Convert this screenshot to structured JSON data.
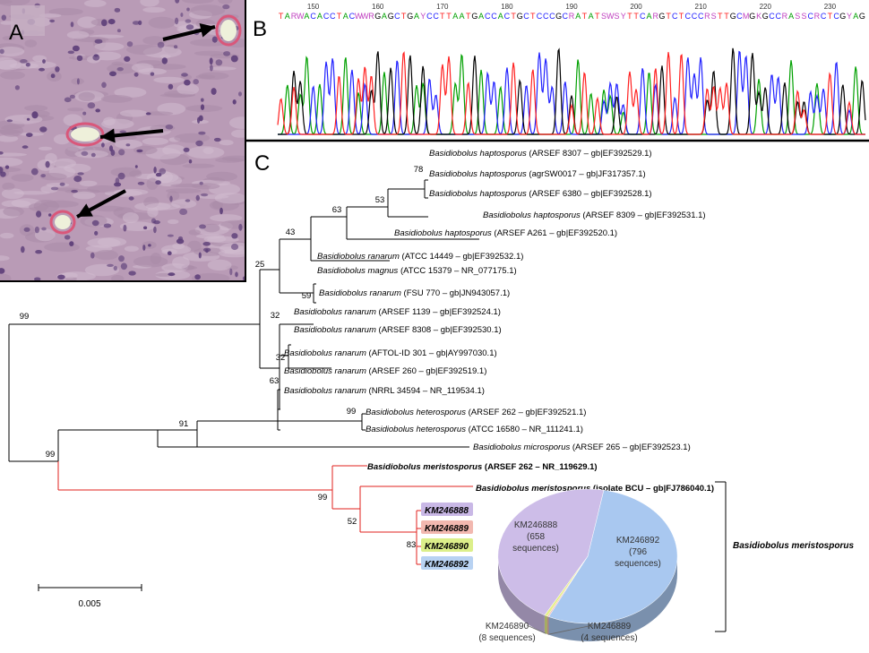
{
  "panels": {
    "a": "A",
    "b": "B",
    "c": "C"
  },
  "sequence": {
    "bases": "TARWACACCTACWWRGAGCTGAYCCTTAATGACCACTGCTCCCGCRATATSWSYTTCARGTCTCCCRSTTGCMGKGCCRASSCRCTCGYAG",
    "positions": [
      "150",
      "160",
      "170",
      "180",
      "190",
      "200",
      "210",
      "220",
      "230"
    ],
    "colors": {
      "A": "#00a000",
      "C": "#2020ff",
      "G": "#000000",
      "T": "#ff2020",
      "other": "#c040c0"
    }
  },
  "tree": {
    "leaves": [
      {
        "italic": "Basidiobolus haptosporus",
        "rest": " (ARSEF 8307 – gb|EF392529.1)"
      },
      {
        "italic": "Basidiobolus haptosporus",
        "rest": " (agrSW0017 – gb|JF317357.1)"
      },
      {
        "italic": "Basidiobolus haptosporus",
        "rest": " (ARSEF 6380 – gb|EF392528.1)"
      },
      {
        "italic": "Basidiobolus haptosporus",
        "rest": " (ARSEF 8309 – gb|EF392531.1)"
      },
      {
        "italic": "Basidiobolus haptosporus",
        "rest": " (ARSEF A261 – gb|EF392520.1)"
      },
      {
        "italic": "Basidiobolus ranarum",
        "rest": " (ATCC 14449 – gb|EF392532.1)"
      },
      {
        "italic": "Basidiobolus magnus",
        "rest": " (ATCC 15379 – NR_077175.1)"
      },
      {
        "italic": "Basidiobolus ranarum",
        "rest": " (FSU 770 – gb|JN943057.1)"
      },
      {
        "italic": "Basidiobolus ranarum",
        "rest": " (ARSEF 1139 – gb|EF392524.1)"
      },
      {
        "italic": "Basidiobolus ranarum",
        "rest": " (ARSEF 8308 – gb|EF392530.1)"
      },
      {
        "italic": "Basidiobolus ranarum",
        "rest": " (AFTOL-ID 301 – gb|AY997030.1)"
      },
      {
        "italic": "Basidiobolus ranarum",
        "rest": " (ARSEF 260 – gb|EF392519.1)"
      },
      {
        "italic": "Basidiobolus ranarum",
        "rest": " (NRRL 34594 – NR_119534.1)"
      },
      {
        "italic": "Basidiobolus heterosporus",
        "rest": " (ARSEF 262 – gb|EF392521.1)"
      },
      {
        "italic": "Basidiobolus heterosporus",
        "rest": " (ATCC 16580 – NR_111241.1)"
      },
      {
        "italic": "Basidiobolus microsporus",
        "rest": " (ARSEF 265 – gb|EF392523.1)"
      },
      {
        "italic": "Basidiobolus meristosporus",
        "rest": " (ARSEF 262 – NR_119629.1)"
      },
      {
        "italic": "Basidiobolus meristosporus",
        "rest": " (isolate BCU – gb|FJ786040.1)"
      }
    ],
    "isolates": [
      "KM246888",
      "KM246889",
      "KM246890",
      "KM246892"
    ],
    "isolate_colors": [
      "#c9b8e6",
      "#f2b8b0",
      "#dcef8a",
      "#b8d2f2"
    ],
    "bootstrap": [
      "78",
      "53",
      "63",
      "43",
      "25",
      "59",
      "99",
      "32",
      "32",
      "63",
      "99",
      "91",
      "99",
      "99",
      "52",
      "83"
    ],
    "clade_label": "Basidiobolus meristosporus",
    "scale_label": "0.005",
    "highlight_color": "#e0201c"
  },
  "pie": {
    "slices": [
      {
        "label": "KM246892",
        "count_text": "(796 sequences)",
        "count_lines": [
          "(796",
          "sequences)"
        ],
        "value": 796,
        "color": "#a9c8f0"
      },
      {
        "label": "KM246889",
        "count_text": "(4 sequences)",
        "count_lines": [
          "(4 sequences)"
        ],
        "value": 4,
        "color": "#f2b8b0"
      },
      {
        "label": "KM246890",
        "count_text": "(8 sequences)",
        "count_lines": [
          "(8 sequences)"
        ],
        "value": 8,
        "color": "#e6ef8a"
      },
      {
        "label": "KM246888",
        "count_text": "(658 sequences)",
        "count_lines": [
          "(658",
          "sequences)"
        ],
        "value": 658,
        "color": "#cdbde8"
      }
    ]
  }
}
